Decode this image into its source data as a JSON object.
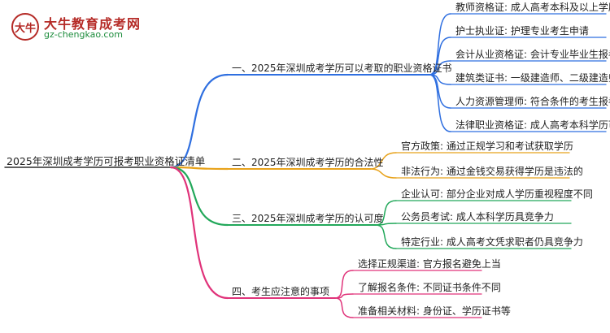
{
  "logo": {
    "mark": "大牛",
    "name": "大牛教育成考网",
    "url": "gz-chengkao.com"
  },
  "colors": {
    "blue": "#2f6fe0",
    "orange": "#e8a21a",
    "green": "#22a85a",
    "pink": "#e0337a"
  },
  "mindmap": {
    "root": "2025年深圳成考学历可报考职业资格证清单",
    "branches": [
      {
        "label": "一、2025年深圳成考学历可以考取的职业资格证书",
        "color": "blue",
        "children": [
          "教师资格证: 成人高考本科及以上学历",
          "护士执业证: 护理专业考生申请",
          "会计从业资格证: 会计专业毕业生报考",
          "建筑类证书: 一级建造师、二级建造师等",
          "人力资源管理师: 符合条件的考生报考",
          "法律职业资格证: 成人高考本科学历可报考"
        ]
      },
      {
        "label": "二、2025年深圳成考学历的合法性",
        "color": "orange",
        "children": [
          "官方政策: 通过正规学习和考试获取学历",
          "非法行为: 通过金钱交易获得学历是违法的"
        ]
      },
      {
        "label": "三、2025年深圳成考学历的认可度",
        "color": "green",
        "children": [
          "企业认可: 部分企业对成人学历重视程度不同",
          "公务员考试: 成人本科学历具竞争力",
          "特定行业: 成人高考文凭求职者仍具竞争力"
        ]
      },
      {
        "label": "四、考生应注意的事项",
        "color": "pink",
        "children": [
          "选择正规渠道: 官方报名避免上当",
          "了解报名条件: 不同证书条件不同",
          "准备相关材料: 身份证、学历证书等"
        ]
      }
    ]
  }
}
